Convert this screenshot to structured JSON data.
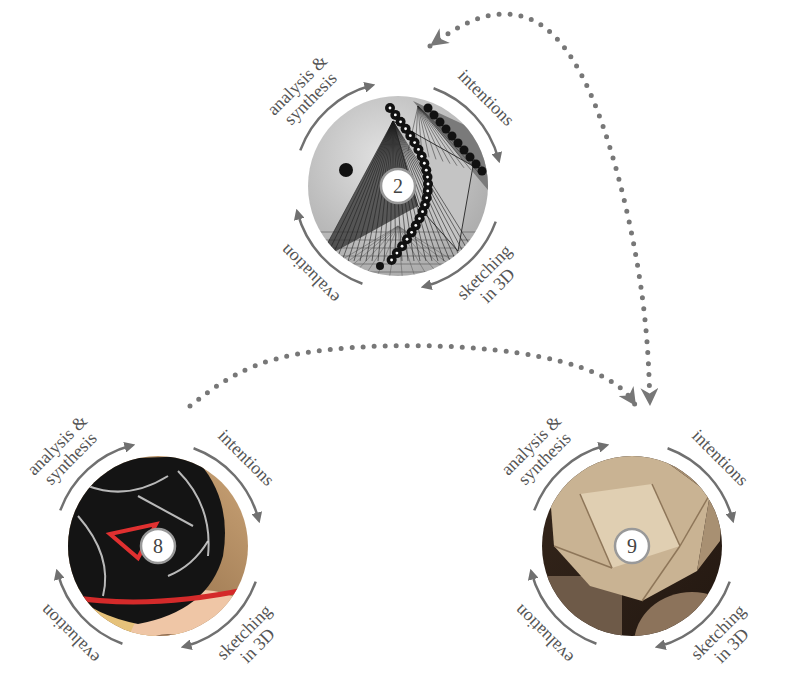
{
  "diagram": {
    "nodes": [
      {
        "text": [
          "2",
          "analysis & synthesis",
          "intentions",
          "sketching in 3D",
          "evaluation"
        ]
      },
      {
        "text": [
          "8",
          "analysis & synthesis",
          "intentions",
          "sketching in 3D",
          "evaluation"
        ]
      },
      {
        "text": [
          "9",
          "analysis & synthesis",
          "intentions",
          "sketching in 3D",
          "evaluation"
        ]
      }
    ],
    "edges": [
      {
        "from": 0,
        "to": 2,
        "arrow": "both"
      },
      {
        "from": 1,
        "to": 2,
        "arrow": "to"
      }
    ]
  }
}
